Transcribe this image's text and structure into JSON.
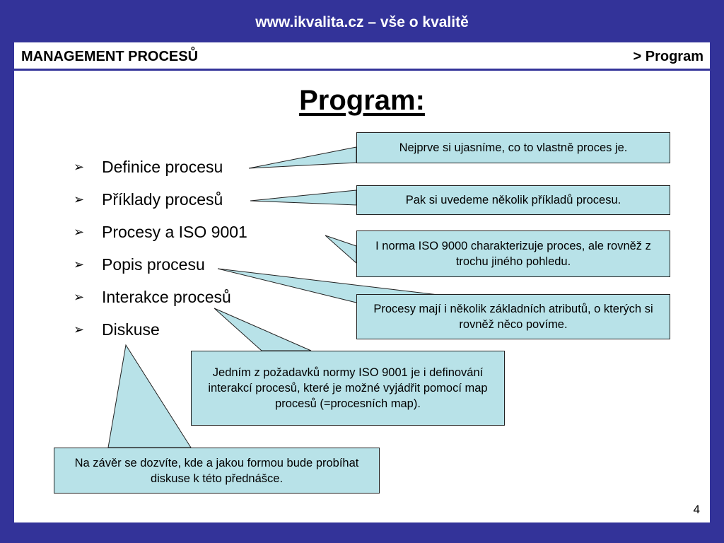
{
  "site": {
    "title": "www.ikvalita.cz – vše o kvalitě"
  },
  "header": {
    "section": "MANAGEMENT PROCESŮ",
    "breadcrumb": "> Program"
  },
  "page_title": "Program:",
  "bullets": [
    "Definice procesu",
    "Příklady procesů",
    "Procesy a ISO 9001",
    "Popis procesu",
    "Interakce procesů",
    "Diskuse"
  ],
  "callouts": [
    "Nejprve si ujasníme, co to vlastně proces je.",
    "Pak si uvedeme několik příkladů procesu.",
    "I norma ISO 9000 charakterizuje proces, ale rovněž z trochu jiného pohledu.",
    "Procesy mají i několik základních atributů, o kterých si rovněž něco povíme.",
    "Jedním z požadavků normy ISO 9001 je i definování interakcí procesů, které je možné vyjádřit pomocí map procesů (=procesních map).",
    "Na závěr se dozvíte, kde a jakou formou bude probíhat diskuse k této přednášce."
  ],
  "colors": {
    "frame": "#333399",
    "callout_fill": "#b8e2e8"
  },
  "page_number": "4"
}
